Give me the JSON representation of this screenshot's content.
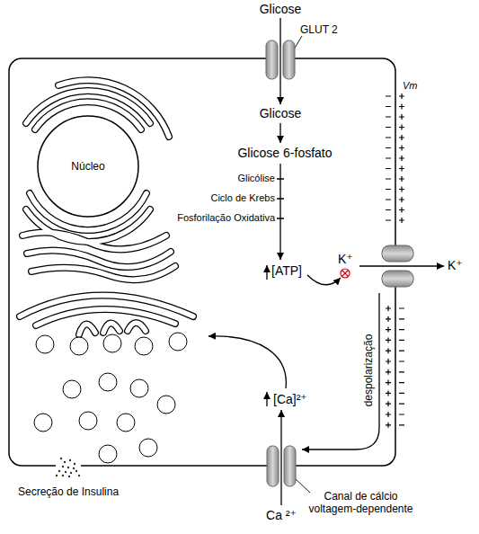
{
  "diagram": {
    "nodes": [
      {
        "text": [
          "GLUT 2"
        ]
      },
      {
        "text": [
          "Núcleo"
        ]
      },
      {
        "text": [
          "Canal de cálcio voltagem-dependente"
        ]
      }
    ],
    "labels": [
      "Glicose",
      "Glicose",
      "Glicose 6-fosfato",
      "Glicólise",
      "Ciclo de Krebs",
      "Fosforilação Oxidativa",
      "[ATP]",
      "K⁺",
      "K⁺",
      "Vm",
      "despolarização",
      "[Ca]²⁺",
      "Ca ²⁺",
      "Secreção de Insulina"
    ]
  }
}
